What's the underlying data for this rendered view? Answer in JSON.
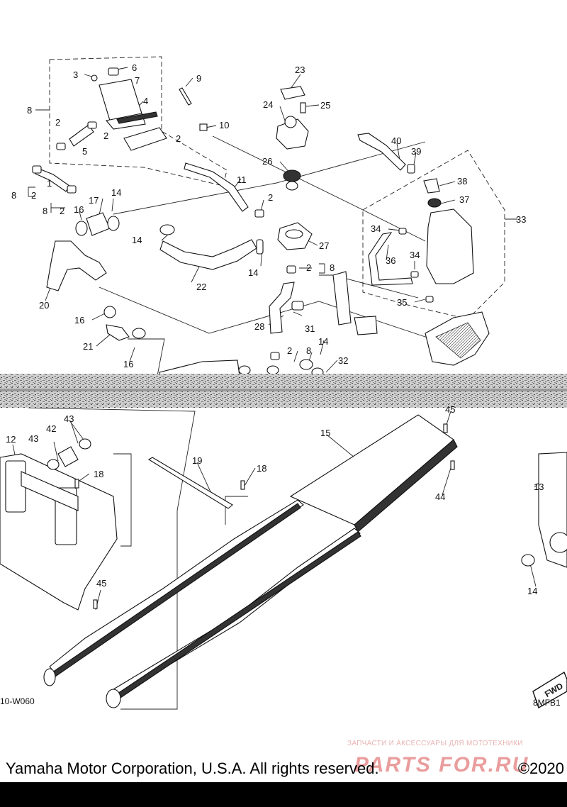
{
  "labels": {
    "p1": "1",
    "p2": "2",
    "p3": "3",
    "p5": "5",
    "p6": "6",
    "p7": "7",
    "p8": "8",
    "p9": "9",
    "p10": "10",
    "p11": "11",
    "p12": "12",
    "p13": "13",
    "p14": "14",
    "p15": "15",
    "p16": "16",
    "p17": "17",
    "p18": "18",
    "p19": "19",
    "p20": "20",
    "p21": "21",
    "p22": "22",
    "p23": "23",
    "p24": "24",
    "p25": "25",
    "p26": "26",
    "p27": "27",
    "p28": "28",
    "p31": "31",
    "p32": "32",
    "p33": "33",
    "p34": "34",
    "p35": "35",
    "p36": "36",
    "p37": "37",
    "p38": "38",
    "p39": "39",
    "p40": "40",
    "p42": "42",
    "p43": "43",
    "p44": "44",
    "p45": "45",
    "p4": "4"
  },
  "codes": {
    "left": "10-W060",
    "right": "8MFB1"
  },
  "badge": "FWD",
  "watermark": {
    "tagline": "ЗАПЧАСТИ И АКСЕССУАРЫ ДЛЯ МОТОТЕХНИКИ",
    "logo": "PARTS FOR.RU"
  },
  "footer": {
    "copyright": "Yamaha Motor Corporation, U.S.A. All rights reserved.",
    "year": "©2020"
  }
}
